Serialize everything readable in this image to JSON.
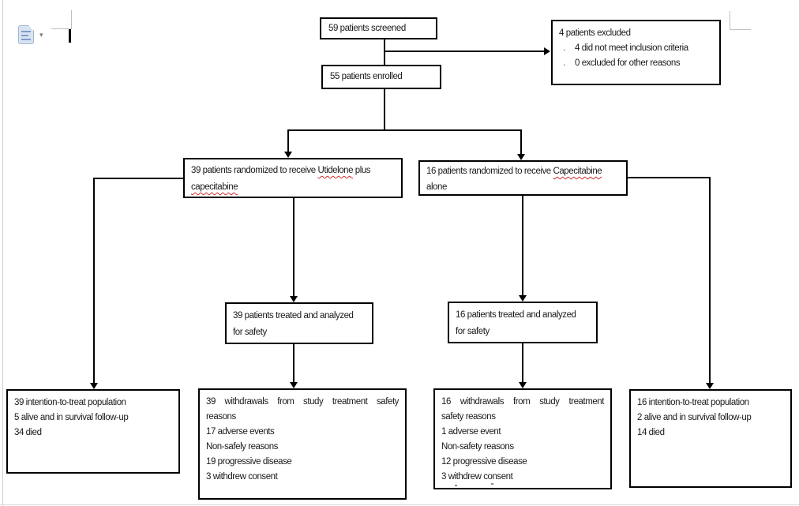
{
  "icons": {
    "paste_dropdown_glyph": "▾"
  },
  "colors": {
    "box_border": "#000000",
    "spellcheck_underline": "#cf2e2e",
    "crop_mark": "#bfbfbf",
    "paste_icon_blue": "#d9e4f3"
  },
  "flowchart": {
    "screened": {
      "text": "59 patients screened"
    },
    "excluded": {
      "title": "4 patients excluded",
      "bullet": ".",
      "items": [
        "4 did not meet inclusion criteria",
        "0 excluded for other reasons"
      ]
    },
    "enrolled": {
      "text": "55 patients enrolled"
    },
    "arm_utidelone": {
      "line1_prefix": "39 patients randomized to receive ",
      "line1_drug": "Utidelone",
      "line1_suffix": " plus",
      "line2_drug": "capecitabine"
    },
    "arm_capecitabine": {
      "line1_prefix": "16 patients randomized to receive ",
      "line1_drug": "Capecitabine",
      "line2": "alone"
    },
    "safety_left": {
      "line1": "39 patients treated and analyzed",
      "line2": "for safety"
    },
    "safety_right": {
      "line1": "16 patients treated and analyzed",
      "line2": "for safety"
    },
    "itt_left": {
      "lines": [
        "39 intention-to-treat population",
        "5 alive and in survival follow-up",
        "34 died"
      ]
    },
    "withdrawals_left": {
      "justified_line": "39 withdrawals from study treatment safety",
      "lines": [
        "reasons",
        "17 adverse events",
        "Non-safely reasons",
        "19 progressive disease",
        "3 withdrew consent"
      ]
    },
    "withdrawals_right": {
      "justified_line": "16 withdrawals from study treatment",
      "lines": [
        "safety reasons",
        "1 adverse event",
        "Non-safety reasons",
        "12 progressive disease",
        "3 withdrew consent"
      ]
    },
    "itt_right": {
      "lines": [
        "16 intention-to-treat population",
        "2 alive and in survival follow-up",
        "14 died"
      ]
    }
  }
}
